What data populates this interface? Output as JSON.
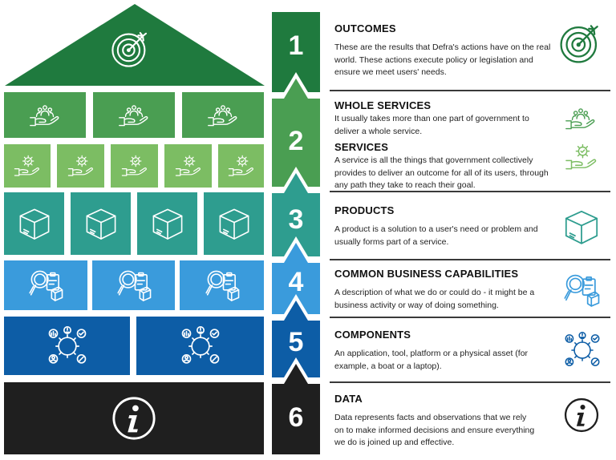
{
  "colors": {
    "level1": "#1f7a3e",
    "level2a": "#4a9e52",
    "level2b": "#7cbd63",
    "level3": "#2e9d8f",
    "level4": "#3a9bdc",
    "level5": "#0d5da6",
    "level6": "#1f1f1f"
  },
  "levels": [
    {
      "number": "1",
      "heading": "OUTCOMES",
      "description": "These are the results that Defra's actions have on the real world. These actions execute policy or legislation and ensure we meet users' needs.",
      "icon": "target-icon"
    },
    {
      "number": "2",
      "heading": "WHOLE SERVICES",
      "description": "It usually takes more than one part of government to deliver a whole service.",
      "icon": "hand-people-icon"
    },
    {
      "number": "",
      "heading": "SERVICES",
      "description": "A service is all the things that government collectively provides to deliver an outcome for all of its users, through any path they take to reach their goal.",
      "icon": "hand-gear-icon"
    },
    {
      "number": "3",
      "heading": "PRODUCTS",
      "description": "A product is a solution to a user's need or problem and usually forms part of a service.",
      "icon": "box-icon"
    },
    {
      "number": "4",
      "heading": "COMMON BUSINESS CAPABILITIES",
      "description": "A description of what we do or could do - it might be a business activity or way of doing something.",
      "icon": "magnifier-clipboard-icon"
    },
    {
      "number": "5",
      "heading": "COMPONENTS",
      "description": "An application, tool, platform or a physical asset (for example, a boat or a laptop).",
      "icon": "gear-network-icon"
    },
    {
      "number": "6",
      "heading": "DATA",
      "description": "Data represents facts and observations that we rely on to make informed decisions and ensure everything we do is joined up and effective.",
      "icon": "info-icon"
    }
  ]
}
